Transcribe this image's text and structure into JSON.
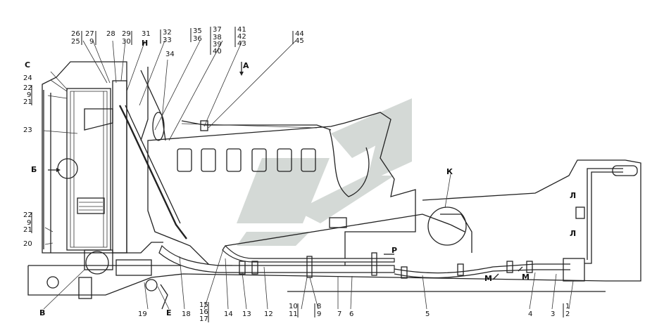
{
  "callouts": [
    {
      "id": "c26",
      "text": "26"
    },
    {
      "id": "c25",
      "text": "25"
    },
    {
      "id": "c27",
      "text": "27"
    },
    {
      "id": "c9a",
      "text": "9"
    },
    {
      "id": "c28",
      "text": "28"
    },
    {
      "id": "c29",
      "text": "29"
    },
    {
      "id": "c30",
      "text": "30"
    },
    {
      "id": "c31",
      "text": "31"
    },
    {
      "id": "cH",
      "text": "Н"
    },
    {
      "id": "c32",
      "text": "32"
    },
    {
      "id": "c33",
      "text": "33"
    },
    {
      "id": "c34",
      "text": "34"
    },
    {
      "id": "c35",
      "text": "35"
    },
    {
      "id": "c36",
      "text": "36"
    },
    {
      "id": "c37",
      "text": "37"
    },
    {
      "id": "c38",
      "text": "38"
    },
    {
      "id": "c39",
      "text": "39"
    },
    {
      "id": "c40",
      "text": "40"
    },
    {
      "id": "c41",
      "text": "41"
    },
    {
      "id": "c42",
      "text": "42"
    },
    {
      "id": "c43",
      "text": "43"
    },
    {
      "id": "c44",
      "text": "44"
    },
    {
      "id": "c45",
      "text": "45"
    },
    {
      "id": "cA",
      "text": "А"
    },
    {
      "id": "cC",
      "text": "С"
    },
    {
      "id": "c24",
      "text": "24"
    },
    {
      "id": "c22a",
      "text": "22"
    },
    {
      "id": "c9b",
      "text": "9"
    },
    {
      "id": "c21a",
      "text": "21"
    },
    {
      "id": "c23",
      "text": "23"
    },
    {
      "id": "cB6",
      "text": "Б"
    },
    {
      "id": "c22b",
      "text": "22"
    },
    {
      "id": "c9c",
      "text": "9"
    },
    {
      "id": "c21b",
      "text": "21"
    },
    {
      "id": "c20",
      "text": "20"
    },
    {
      "id": "cK",
      "text": "К"
    },
    {
      "id": "cP",
      "text": "Р"
    },
    {
      "id": "cL1",
      "text": "Л"
    },
    {
      "id": "cL2",
      "text": "Л"
    },
    {
      "id": "cM1",
      "text": "М"
    },
    {
      "id": "cM2",
      "text": "М"
    },
    {
      "id": "cV",
      "text": "В"
    },
    {
      "id": "c19",
      "text": "19"
    },
    {
      "id": "cE",
      "text": "Е"
    },
    {
      "id": "c18",
      "text": "18"
    },
    {
      "id": "c15",
      "text": "15"
    },
    {
      "id": "c16",
      "text": "16"
    },
    {
      "id": "c17",
      "text": "17"
    },
    {
      "id": "c14",
      "text": "14"
    },
    {
      "id": "c13",
      "text": "13"
    },
    {
      "id": "c12",
      "text": "12"
    },
    {
      "id": "c10",
      "text": "10"
    },
    {
      "id": "c11",
      "text": "11"
    },
    {
      "id": "c8",
      "text": "8"
    },
    {
      "id": "c9d",
      "text": "9"
    },
    {
      "id": "c7",
      "text": "7"
    },
    {
      "id": "c6",
      "text": "6"
    },
    {
      "id": "c5",
      "text": "5"
    },
    {
      "id": "c4",
      "text": "4"
    },
    {
      "id": "c3",
      "text": "3"
    },
    {
      "id": "c1",
      "text": "1"
    },
    {
      "id": "c2",
      "text": "2"
    }
  ],
  "colors": {
    "line": "#222222",
    "watermark": "#c9cfcb",
    "background": "#ffffff"
  }
}
